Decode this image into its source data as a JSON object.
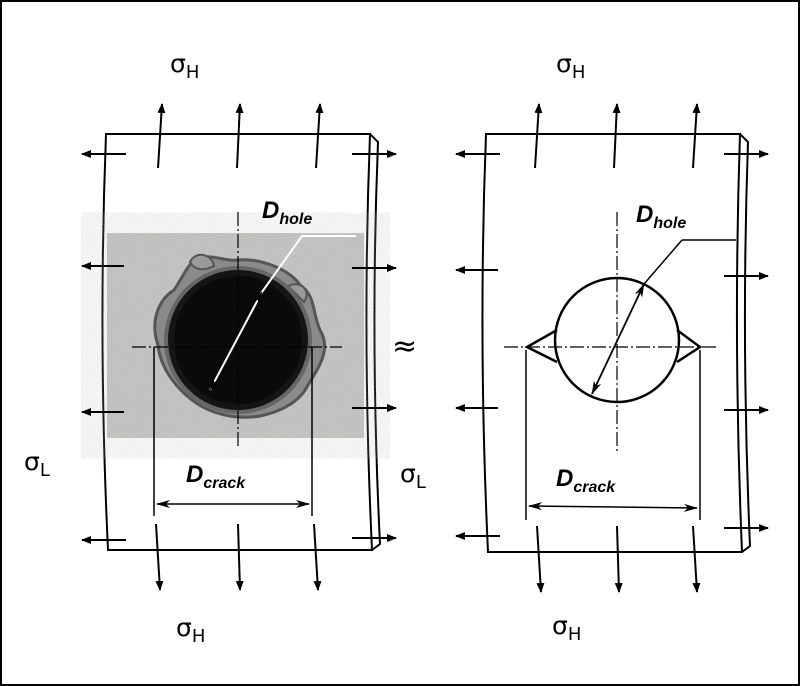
{
  "figure": {
    "approx_symbol": "≈",
    "left_panel": {
      "sigma_top": {
        "base": "σ",
        "sub": "H"
      },
      "sigma_bottom": {
        "base": "σ",
        "sub": "H"
      },
      "sigma_left": {
        "base": "σ",
        "sub": "L"
      },
      "sigma_right": {
        "base": "σ",
        "sub": "L"
      },
      "d_hole": {
        "base": "D",
        "sub": "hole"
      },
      "d_crack": {
        "base": "D",
        "sub": "crack"
      }
    },
    "right_panel": {
      "sigma_top": {
        "base": "σ",
        "sub": "H"
      },
      "sigma_bottom": {
        "base": "σ",
        "sub": "H"
      },
      "d_hole": {
        "base": "D",
        "sub": "hole"
      },
      "d_crack": {
        "base": "D",
        "sub": "crack"
      }
    }
  },
  "colors": {
    "line": "#000000",
    "photo_bg": "#c9c9c7",
    "hole_dark": "#111111",
    "burr": "#8a8a8a"
  }
}
